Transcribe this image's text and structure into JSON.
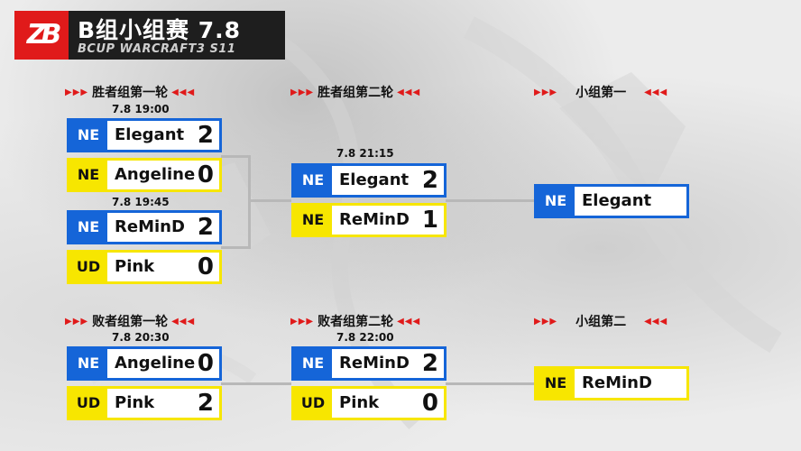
{
  "header": {
    "logo_text": "ZB",
    "title": "B组小组赛  7.8",
    "subtitle": "BCUP WARCRAFT3 S11"
  },
  "colors": {
    "accent_red": "#e01a1a",
    "blue": "#1565d8",
    "yellow": "#f7e600",
    "dark": "#1e1e1e"
  },
  "arrows": {
    "left": "▶▶▶",
    "right": "◀◀◀"
  },
  "sections": {
    "winners_r1": "胜者组第一轮",
    "winners_r2": "胜者组第二轮",
    "group_first": "小组第一",
    "losers_r1": "败者组第一轮",
    "losers_r2": "败者组第二轮",
    "group_second": "小组第二"
  },
  "matches": {
    "w1a": {
      "time": "7.8  19:00",
      "top": {
        "race": "NE",
        "name": "Elegant",
        "score": "2"
      },
      "bottom": {
        "race": "NE",
        "name": "Angeline",
        "score": "0"
      }
    },
    "w1b": {
      "time": "7.8 19:45",
      "top": {
        "race": "NE",
        "name": "ReMinD",
        "score": "2"
      },
      "bottom": {
        "race": "UD",
        "name": "Pink",
        "score": "0"
      }
    },
    "w2": {
      "time": "7.8  21:15",
      "top": {
        "race": "NE",
        "name": "Elegant",
        "score": "2"
      },
      "bottom": {
        "race": "NE",
        "name": "ReMinD",
        "score": "1"
      }
    },
    "l1": {
      "time": "7.8  20:30",
      "top": {
        "race": "NE",
        "name": "Angeline",
        "score": "0"
      },
      "bottom": {
        "race": "UD",
        "name": "Pink",
        "score": "2"
      }
    },
    "l2": {
      "time": "7.8  22:00",
      "top": {
        "race": "NE",
        "name": "ReMinD",
        "score": "2"
      },
      "bottom": {
        "race": "UD",
        "name": "Pink",
        "score": "0"
      }
    }
  },
  "results": {
    "first": {
      "race": "NE",
      "name": "Elegant"
    },
    "second": {
      "race": "NE",
      "name": "ReMinD"
    }
  }
}
